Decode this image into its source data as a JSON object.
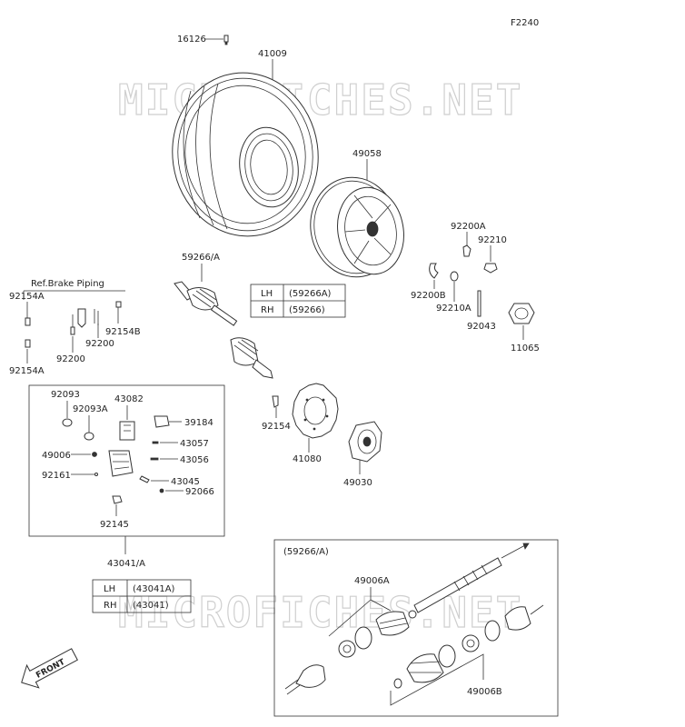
{
  "diagram_id": "F2240",
  "watermark": "MICROFICHES.NET",
  "ref_note": "Ref.Brake Piping",
  "front_label": "FRONT",
  "parts": {
    "p16126": "16126",
    "p41009": "41009",
    "p49058": "49058",
    "p59266a": "59266/A",
    "p92200a": "92200A",
    "p92210": "92210",
    "p92200b": "92200B",
    "p92210a": "92210A",
    "p92043": "92043",
    "p11065": "11065",
    "p92154a_top": "92154A",
    "p92154b": "92154B",
    "p92200_r": "92200",
    "p92200_l": "92200",
    "p92154a_bot": "92154A",
    "p92093": "92093",
    "p43082": "43082",
    "p92093a": "92093A",
    "p39184": "39184",
    "p49006": "49006",
    "p43057": "43057",
    "p43056": "43056",
    "p92161": "92161",
    "p43045": "43045",
    "p92066": "92066",
    "p92145": "92145",
    "p43041a": "43041/A",
    "p92154": "92154",
    "p41080": "41080",
    "p49030": "49030",
    "p49006a": "49006A",
    "p49006b": "49006B",
    "inset_title": "(59266/A)"
  },
  "table_axle": {
    "rows": [
      {
        "side": "LH",
        "part": "(59266A)"
      },
      {
        "side": "RH",
        "part": "(59266)"
      }
    ]
  },
  "table_caliper": {
    "rows": [
      {
        "side": "LH",
        "part": "(43041A)"
      },
      {
        "side": "RH",
        "part": "(43041)"
      }
    ]
  }
}
